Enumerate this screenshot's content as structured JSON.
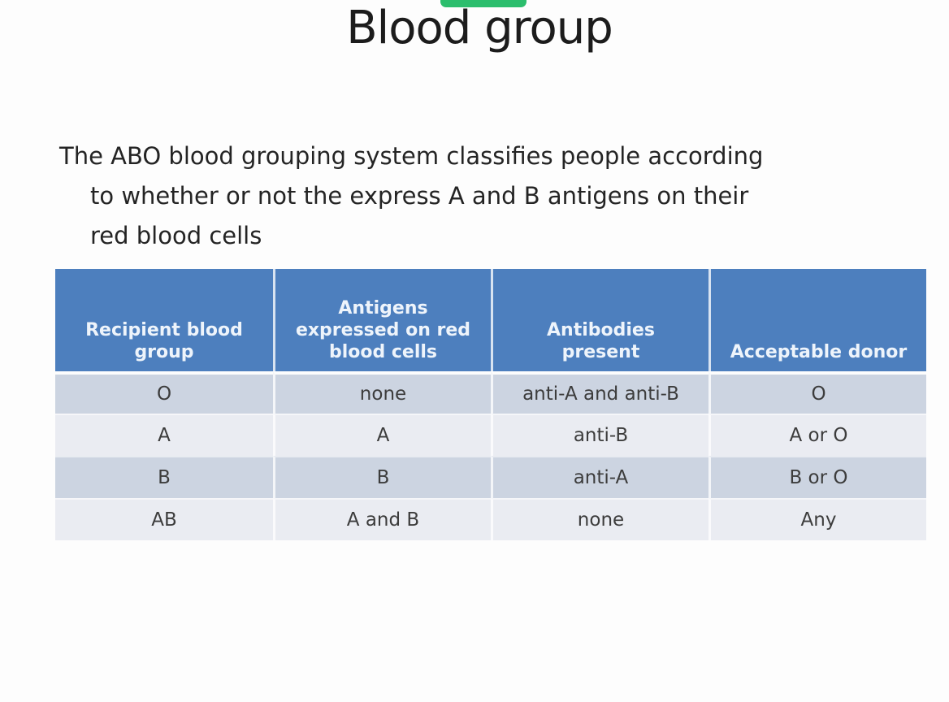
{
  "slide": {
    "title": "Blood group",
    "paragraph_lines": [
      "The ABO blood grouping system classifies people according",
      "to whether or not the express A and B antigens on their",
      "red blood cells"
    ]
  },
  "top_marker": {
    "shape": "rounded-green-bar",
    "color": "#2cbe6d"
  },
  "table": {
    "headers": [
      "Recipient blood\ngroup",
      "Antigens\nexpressed on red\nblood cells",
      "Antibodies\npresent",
      "Acceptable donor"
    ],
    "rows": [
      [
        "O",
        "none",
        "anti-A and anti-B",
        "O"
      ],
      [
        "A",
        "A",
        "anti-B",
        "A or O"
      ],
      [
        "B",
        "B",
        "anti-A",
        "B or O"
      ],
      [
        "AB",
        "A and B",
        "none",
        "Any"
      ]
    ],
    "colors": {
      "header_bg": "#4d7fbe",
      "header_text": "#eef4fb",
      "row_dark_bg": "#ccd4e1",
      "row_light_bg": "#eaecf2",
      "body_text": "#3c3c3c"
    }
  }
}
